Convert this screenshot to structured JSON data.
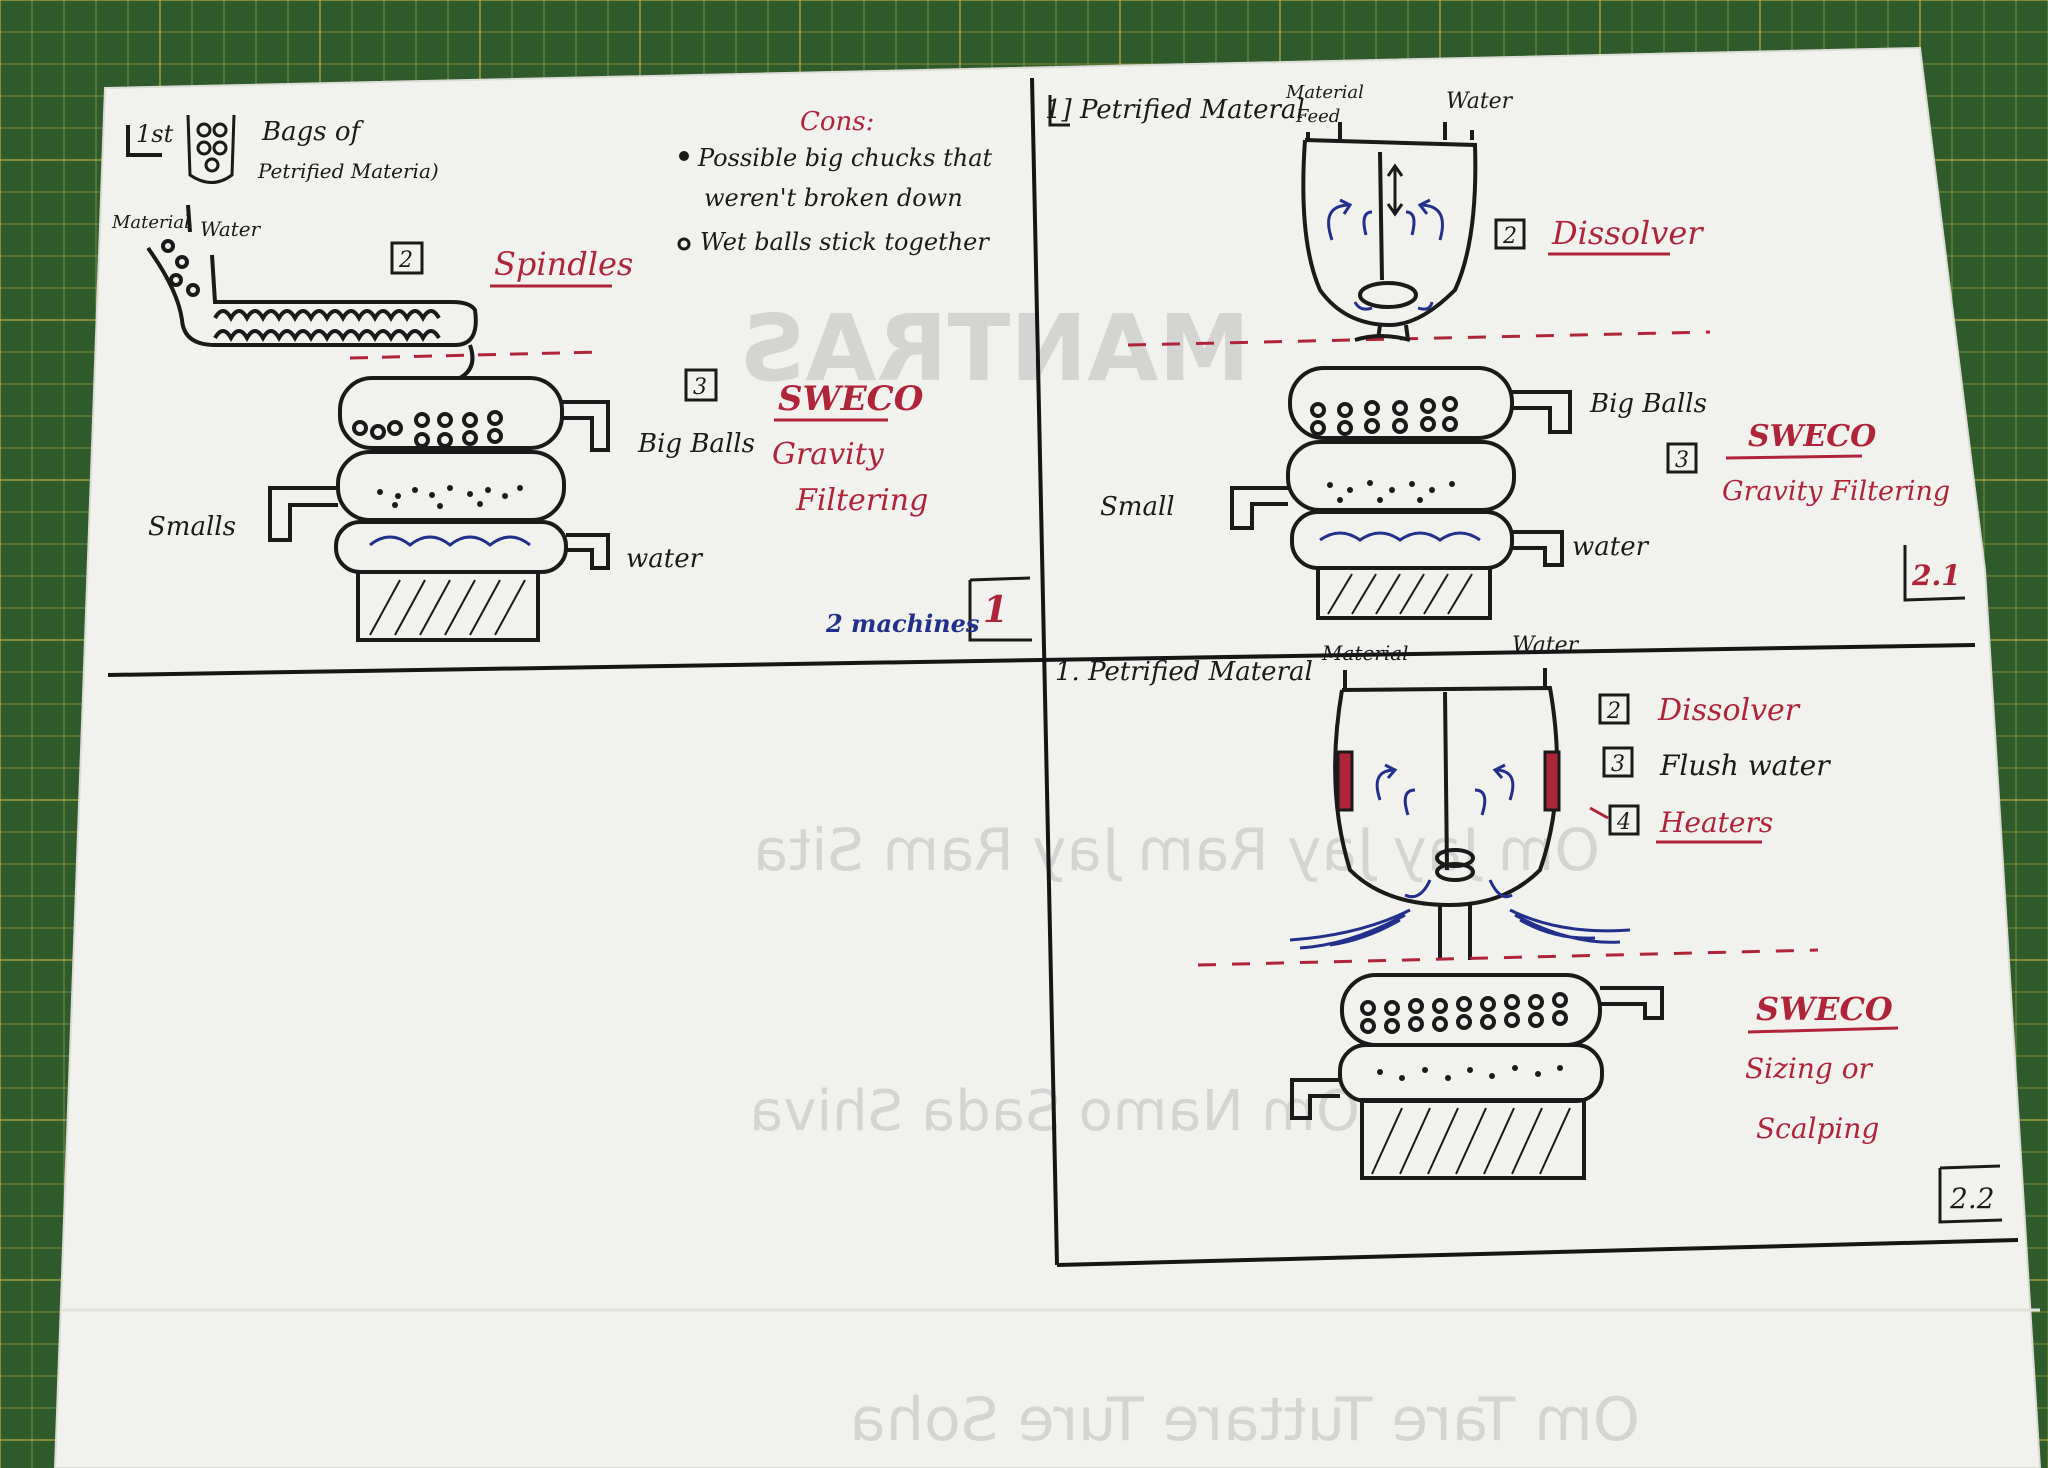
{
  "colors": {
    "mat": "#2f5a2c",
    "mat_line": "#c7b743",
    "paper": "#f1f1ee",
    "ink": "#1a1a1a",
    "red_ink": "#b0243a",
    "blue_ink": "#22308c"
  },
  "panel1": {
    "step1_num": "1st",
    "step1_label_a": "Bags of",
    "step1_label_b": "Petrified Materia)",
    "feed_material": "Material",
    "feed_water": "Water",
    "step2_num": "2",
    "step2_label": "Spindles",
    "step3_num": "3",
    "sweco_title": "SWECO",
    "sweco_sub1": "Gravity",
    "sweco_sub2": "Filtering",
    "cons_title": "Cons:",
    "cons_item1_a": "Possible big chucks that",
    "cons_item1_b": "weren't broken down",
    "cons_item2": "Wet balls stick together",
    "out_big": "Big Balls",
    "out_small": "Smalls",
    "out_water": "water",
    "machines_note": "2 machines",
    "panel_id": "1"
  },
  "panel21": {
    "step1": "1] Petrified Materal",
    "feed_material_a": "Material",
    "feed_material_b": "Feed",
    "feed_water": "Water",
    "step2_num": "2",
    "step2_label": "Dissolver",
    "step3_num": "3",
    "sweco_title": "SWECO",
    "sweco_sub": "Gravity Filtering",
    "out_big": "Big Balls",
    "out_small": "Small",
    "out_water": "water",
    "panel_id": "2.1"
  },
  "panel22": {
    "step1": "1. Petrified Materal",
    "feed_material": "Material",
    "feed_water": "Water",
    "step2_num": "2",
    "step2_label": "Dissolver",
    "step3_num": "3",
    "step3_label": "Flush water",
    "step4_num": "4",
    "step4_label": "Heaters",
    "sweco_title": "SWECO",
    "sweco_sub1": "Sizing or",
    "sweco_sub2": "Scalping",
    "panel_id": "2.2"
  },
  "bleed": {
    "line1": "MANTRAS",
    "line2": "Om Jay Jay Ram Jay Ram Sita",
    "line3": "Om Namo Sada Shiva",
    "line4": "Om Tare Tuttare Ture Soha"
  }
}
